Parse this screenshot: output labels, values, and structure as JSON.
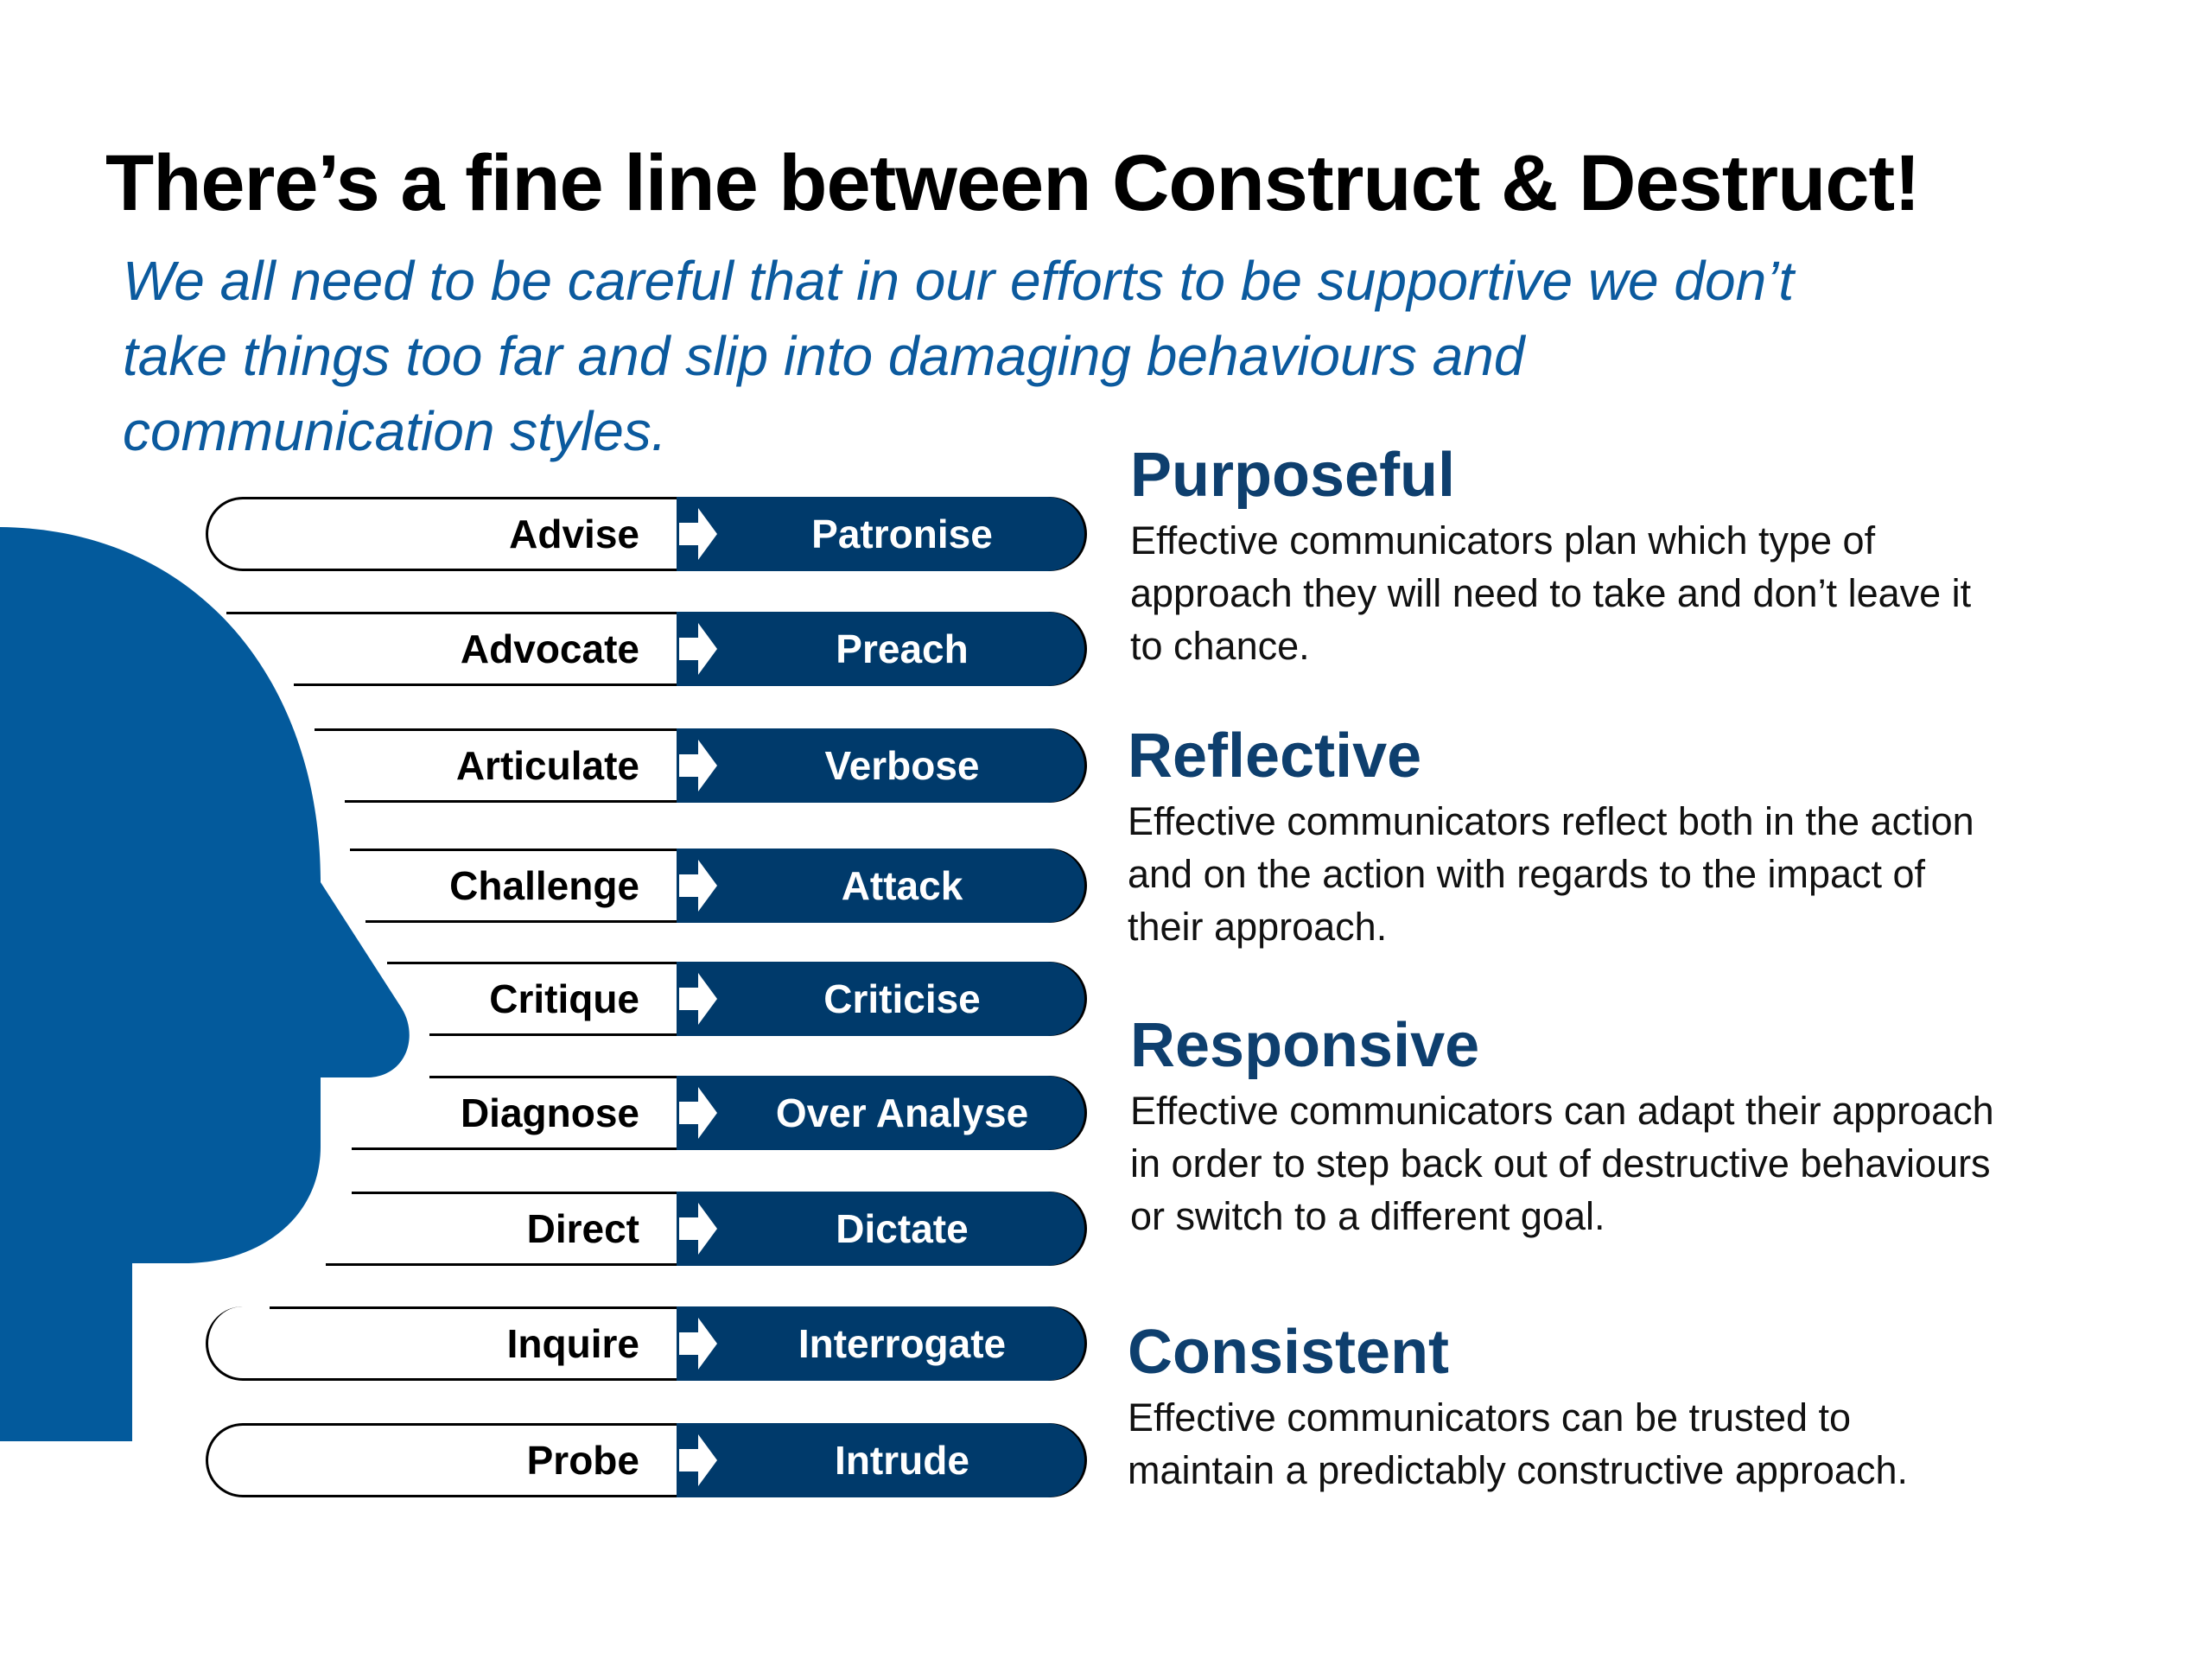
{
  "title": "There’s a fine line between Construct & Destruct!",
  "subtitle": [
    "We all need to be careful that in our efforts to be supportive we don’t",
    "take things too far and slip into damaging behaviours and",
    "communication styles."
  ],
  "colors": {
    "head": "#035a9c",
    "box": "#003a6b",
    "heading": "#0e3f6e",
    "subtitle": "#0b5a9e"
  },
  "rows": [
    {
      "construct": "Advise",
      "destruct": "Patronise"
    },
    {
      "construct": "Advocate",
      "destruct": "Preach"
    },
    {
      "construct": "Articulate",
      "destruct": "Verbose"
    },
    {
      "construct": "Challenge",
      "destruct": "Attack"
    },
    {
      "construct": "Critique",
      "destruct": "Criticise"
    },
    {
      "construct": "Diagnose",
      "destruct": "Over Analyse"
    },
    {
      "construct": "Direct",
      "destruct": "Dictate"
    },
    {
      "construct": "Inquire",
      "destruct": "Interrogate"
    },
    {
      "construct": "Probe",
      "destruct": "Intrude"
    }
  ],
  "sections": [
    {
      "heading": "Purposeful",
      "lines": [
        "Effective communicators plan which type of",
        "approach they will need to take and don’t leave it",
        "to chance."
      ]
    },
    {
      "heading": "Reflective",
      "lines": [
        "Effective communicators reflect both in the action",
        "and on the action with regards to the impact of",
        "their approach."
      ]
    },
    {
      "heading": "Responsive",
      "lines": [
        "Effective communicators can adapt their approach",
        "in order to step back out of destructive behaviours",
        "or switch to a different goal."
      ]
    },
    {
      "heading": "Consistent",
      "lines": [
        "Effective communicators can be trusted to",
        "maintain a predictably constructive approach."
      ]
    }
  ]
}
